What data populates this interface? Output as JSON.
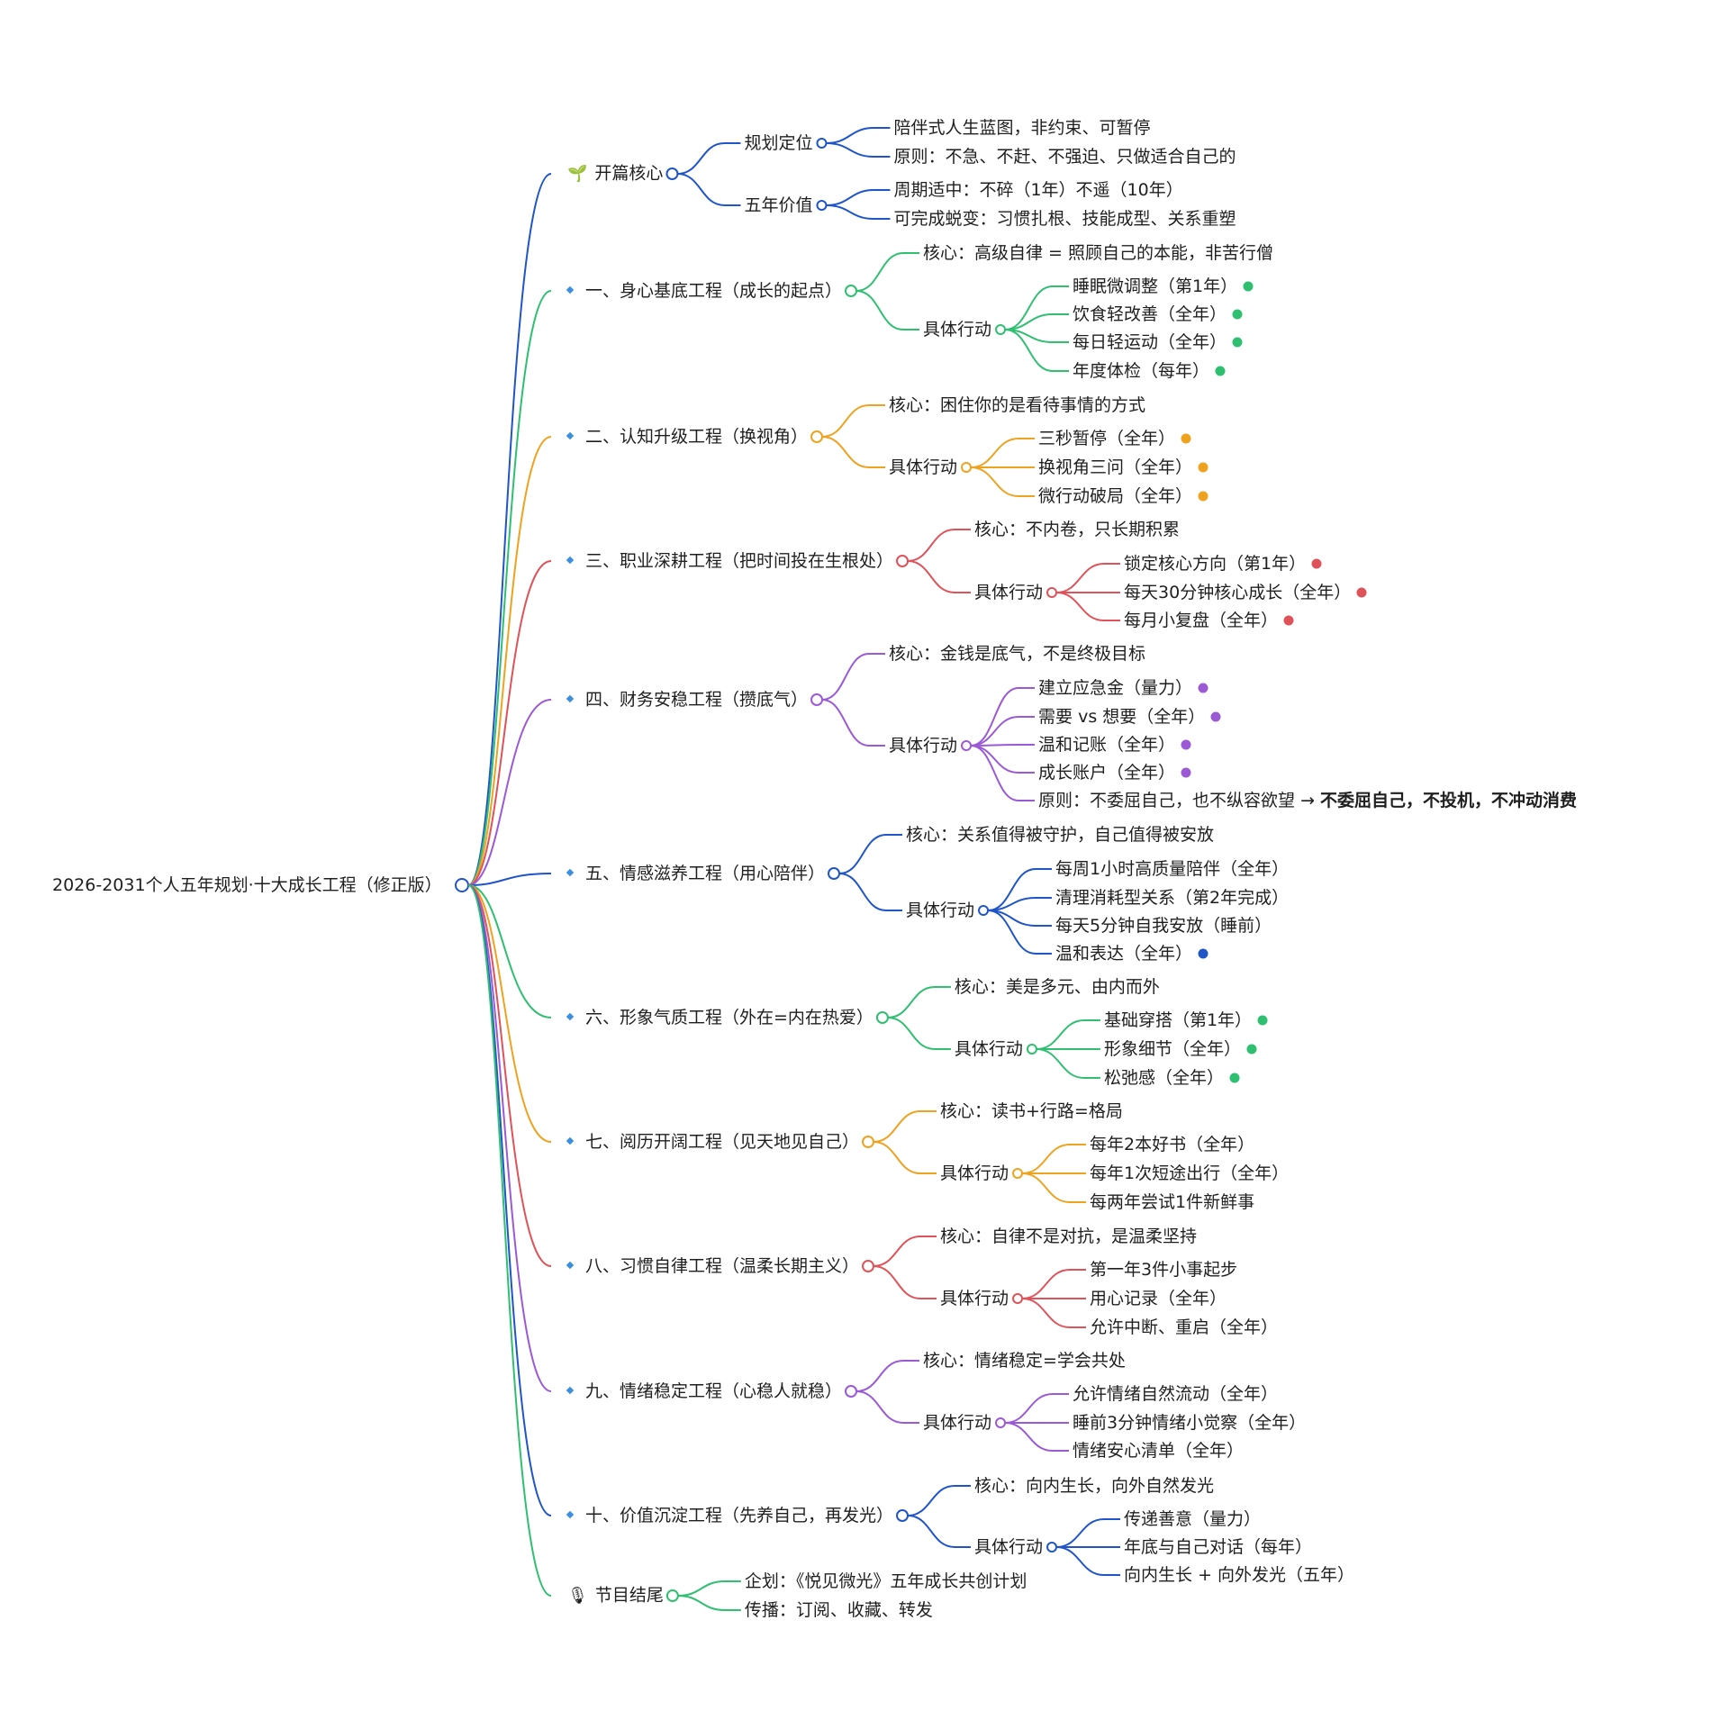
{
  "root": {
    "label": "2026-2031个人五年规划·十大成长工程（修正版）",
    "color": "#1f55c9"
  },
  "branches": [
    {
      "label": "开篇核心",
      "icon": "seedling-icon",
      "icon_glyph": "🌱",
      "color": "#1f55c9",
      "children": [
        {
          "label": "规划定位",
          "children": [
            {
              "label": "陪伴式人生蓝图，非约束、可暂停"
            },
            {
              "label": "原则：不急、不赶、不强迫、只做适合自己的"
            }
          ]
        },
        {
          "label": "五年价值",
          "children": [
            {
              "label": "周期适中：不碎（1年）不遥（10年）"
            },
            {
              "label": "可完成蜕变：习惯扎根、技能成型、关系重塑"
            }
          ]
        }
      ]
    },
    {
      "label": "一、身心基底工程（成长的起点）",
      "icon": "diamond-bullet-icon",
      "color": "#2fbf71",
      "children": [
        {
          "label": "核心：高级自律 = 照顾自己的本能，非苦行僧"
        },
        {
          "label": "具体行动",
          "children": [
            {
              "label": "睡眠微调整（第1年）",
              "marker": true
            },
            {
              "label": "饮食轻改善（全年）",
              "marker": true
            },
            {
              "label": "每日轻运动（全年）",
              "marker": true
            },
            {
              "label": "年度体检（每年）",
              "marker": true
            }
          ]
        }
      ]
    },
    {
      "label": "二、认知升级工程（换视角）",
      "icon": "diamond-bullet-icon",
      "color": "#efa21e",
      "children": [
        {
          "label": "核心：困住你的是看待事情的方式"
        },
        {
          "label": "具体行动",
          "children": [
            {
              "label": "三秒暂停（全年）",
              "marker": true
            },
            {
              "label": "换视角三问（全年）",
              "marker": true
            },
            {
              "label": "微行动破局（全年）",
              "marker": true
            }
          ]
        }
      ]
    },
    {
      "label": "三、职业深耕工程（把时间投在生根处）",
      "icon": "diamond-bullet-icon",
      "color": "#e0525a",
      "children": [
        {
          "label": "核心：不内卷，只长期积累"
        },
        {
          "label": "具体行动",
          "children": [
            {
              "label": "锁定核心方向（第1年）",
              "marker": true
            },
            {
              "label": "每天30分钟核心成长（全年）",
              "marker": true
            },
            {
              "label": "每月小复盘（全年）",
              "marker": true
            }
          ]
        }
      ]
    },
    {
      "label": "四、财务安稳工程（攒底气）",
      "icon": "diamond-bullet-icon",
      "color": "#9b59d6",
      "children": [
        {
          "label": "核心：金钱是底气，不是终极目标"
        },
        {
          "label": "具体行动",
          "children": [
            {
              "label": "建立应急金（量力）",
              "marker": true
            },
            {
              "label": "需要 vs 想要（全年）",
              "marker": true
            },
            {
              "label": "温和记账（全年）",
              "marker": true
            },
            {
              "label": "成长账户（全年）",
              "marker": true
            },
            {
              "label": "原则：不委屈自己，也不纵容欲望 → ",
              "bold": "不委屈自己，不投机，不冲动消费"
            }
          ]
        }
      ]
    },
    {
      "label": "五、情感滋养工程（用心陪伴）",
      "icon": "diamond-bullet-icon",
      "color": "#1f55c9",
      "children": [
        {
          "label": "核心：关系值得被守护，自己值得被安放"
        },
        {
          "label": "具体行动",
          "children": [
            {
              "label": "每周1小时高质量陪伴（全年）"
            },
            {
              "label": "清理消耗型关系（第2年完成）"
            },
            {
              "label": "每天5分钟自我安放（睡前）"
            },
            {
              "label": "温和表达（全年）",
              "marker": true
            }
          ]
        }
      ]
    },
    {
      "label": "六、形象气质工程（外在=内在热爱）",
      "icon": "diamond-bullet-icon",
      "color": "#2fbf71",
      "children": [
        {
          "label": "核心：美是多元、由内而外"
        },
        {
          "label": "具体行动",
          "children": [
            {
              "label": "基础穿搭（第1年）",
              "marker": true
            },
            {
              "label": "形象细节（全年）",
              "marker": true
            },
            {
              "label": "松弛感（全年）",
              "marker": true
            }
          ]
        }
      ]
    },
    {
      "label": "七、阅历开阔工程（见天地见自己）",
      "icon": "diamond-bullet-icon",
      "color": "#efa21e",
      "children": [
        {
          "label": "核心：读书+行路=格局"
        },
        {
          "label": "具体行动",
          "children": [
            {
              "label": "每年2本好书（全年）"
            },
            {
              "label": "每年1次短途出行（全年）"
            },
            {
              "label": "每两年尝试1件新鲜事"
            }
          ]
        }
      ]
    },
    {
      "label": "八、习惯自律工程（温柔长期主义）",
      "icon": "diamond-bullet-icon",
      "color": "#e0525a",
      "children": [
        {
          "label": "核心：自律不是对抗，是温柔坚持"
        },
        {
          "label": "具体行动",
          "children": [
            {
              "label": "第一年3件小事起步"
            },
            {
              "label": "用心记录（全年）"
            },
            {
              "label": "允许中断、重启（全年）"
            }
          ]
        }
      ]
    },
    {
      "label": "九、情绪稳定工程（心稳人就稳）",
      "icon": "diamond-bullet-icon",
      "color": "#9b59d6",
      "children": [
        {
          "label": "核心：情绪稳定=学会共处"
        },
        {
          "label": "具体行动",
          "children": [
            {
              "label": "允许情绪自然流动（全年）"
            },
            {
              "label": "睡前3分钟情绪小觉察（全年）"
            },
            {
              "label": "情绪安心清单（全年）"
            }
          ]
        }
      ]
    },
    {
      "label": "十、价值沉淀工程（先养自己，再发光）",
      "icon": "diamond-bullet-icon",
      "color": "#1f55c9",
      "children": [
        {
          "label": "核心：向内生长，向外自然发光"
        },
        {
          "label": "具体行动",
          "children": [
            {
              "label": "传递善意（量力）"
            },
            {
              "label": "年底与自己对话（每年）"
            },
            {
              "label": "向内生长 + 向外发光（五年）"
            }
          ]
        }
      ]
    },
    {
      "label": "节目结尾",
      "icon": "microphone-icon",
      "icon_glyph": "🎙",
      "color": "#2fbf71",
      "children": [
        {
          "label": "企划：《悦见微光》五年成长共创计划"
        },
        {
          "label": "传播：订阅、收藏、转发"
        }
      ]
    }
  ]
}
